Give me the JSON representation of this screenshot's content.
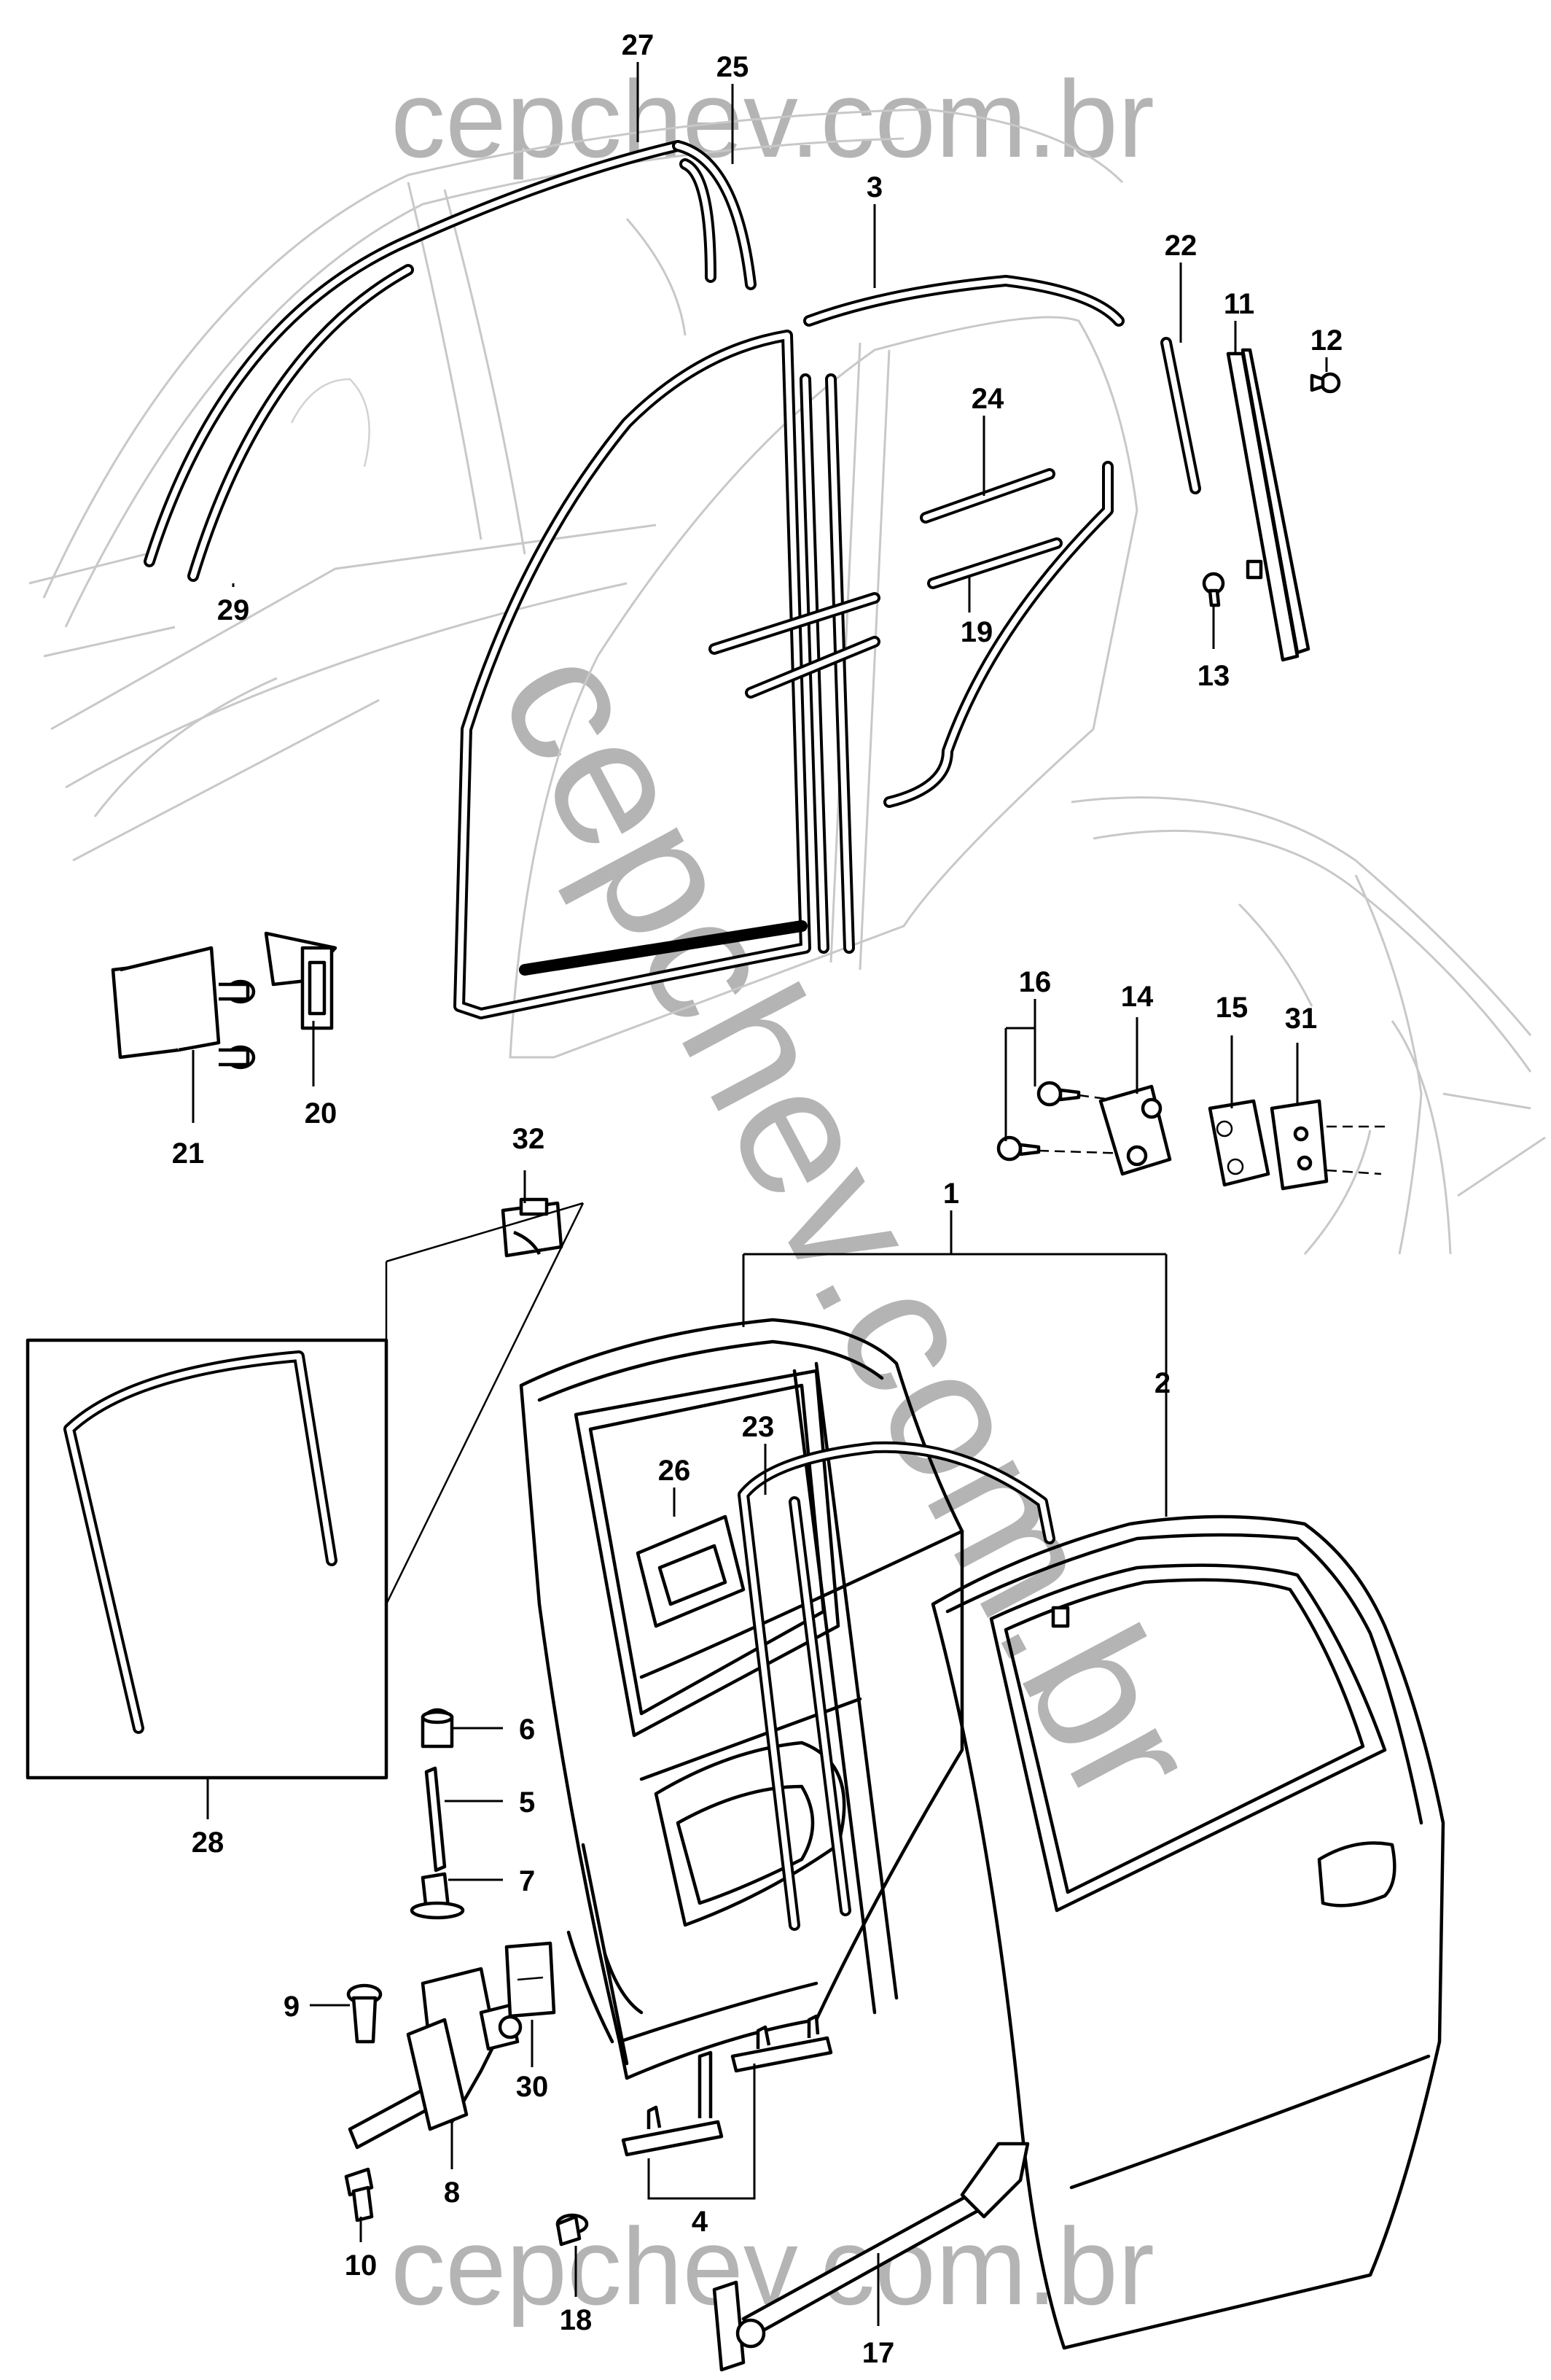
{
  "watermark": {
    "top": "cepchev.com.br",
    "diagonal": "cepchev.com.br",
    "bottom": "cepchev.com.br"
  },
  "callouts": [
    {
      "id": "1",
      "label": "1"
    },
    {
      "id": "2",
      "label": "2"
    },
    {
      "id": "3",
      "label": "3"
    },
    {
      "id": "4",
      "label": "4"
    },
    {
      "id": "5",
      "label": "5"
    },
    {
      "id": "6",
      "label": "6"
    },
    {
      "id": "7",
      "label": "7"
    },
    {
      "id": "8",
      "label": "8"
    },
    {
      "id": "9",
      "label": "9"
    },
    {
      "id": "10",
      "label": "10"
    },
    {
      "id": "11",
      "label": "11"
    },
    {
      "id": "12",
      "label": "12"
    },
    {
      "id": "13",
      "label": "13"
    },
    {
      "id": "14",
      "label": "14"
    },
    {
      "id": "15",
      "label": "15"
    },
    {
      "id": "16",
      "label": "16"
    },
    {
      "id": "17",
      "label": "17"
    },
    {
      "id": "18",
      "label": "18"
    },
    {
      "id": "19",
      "label": "19"
    },
    {
      "id": "20",
      "label": "20"
    },
    {
      "id": "21",
      "label": "21"
    },
    {
      "id": "22",
      "label": "22"
    },
    {
      "id": "23",
      "label": "23"
    },
    {
      "id": "24",
      "label": "24"
    },
    {
      "id": "25",
      "label": "25"
    },
    {
      "id": "26",
      "label": "26"
    },
    {
      "id": "27",
      "label": "27"
    },
    {
      "id": "28",
      "label": "28"
    },
    {
      "id": "29",
      "label": "29"
    },
    {
      "id": "30",
      "label": "30"
    },
    {
      "id": "31",
      "label": "31"
    },
    {
      "id": "32",
      "label": "32"
    }
  ]
}
